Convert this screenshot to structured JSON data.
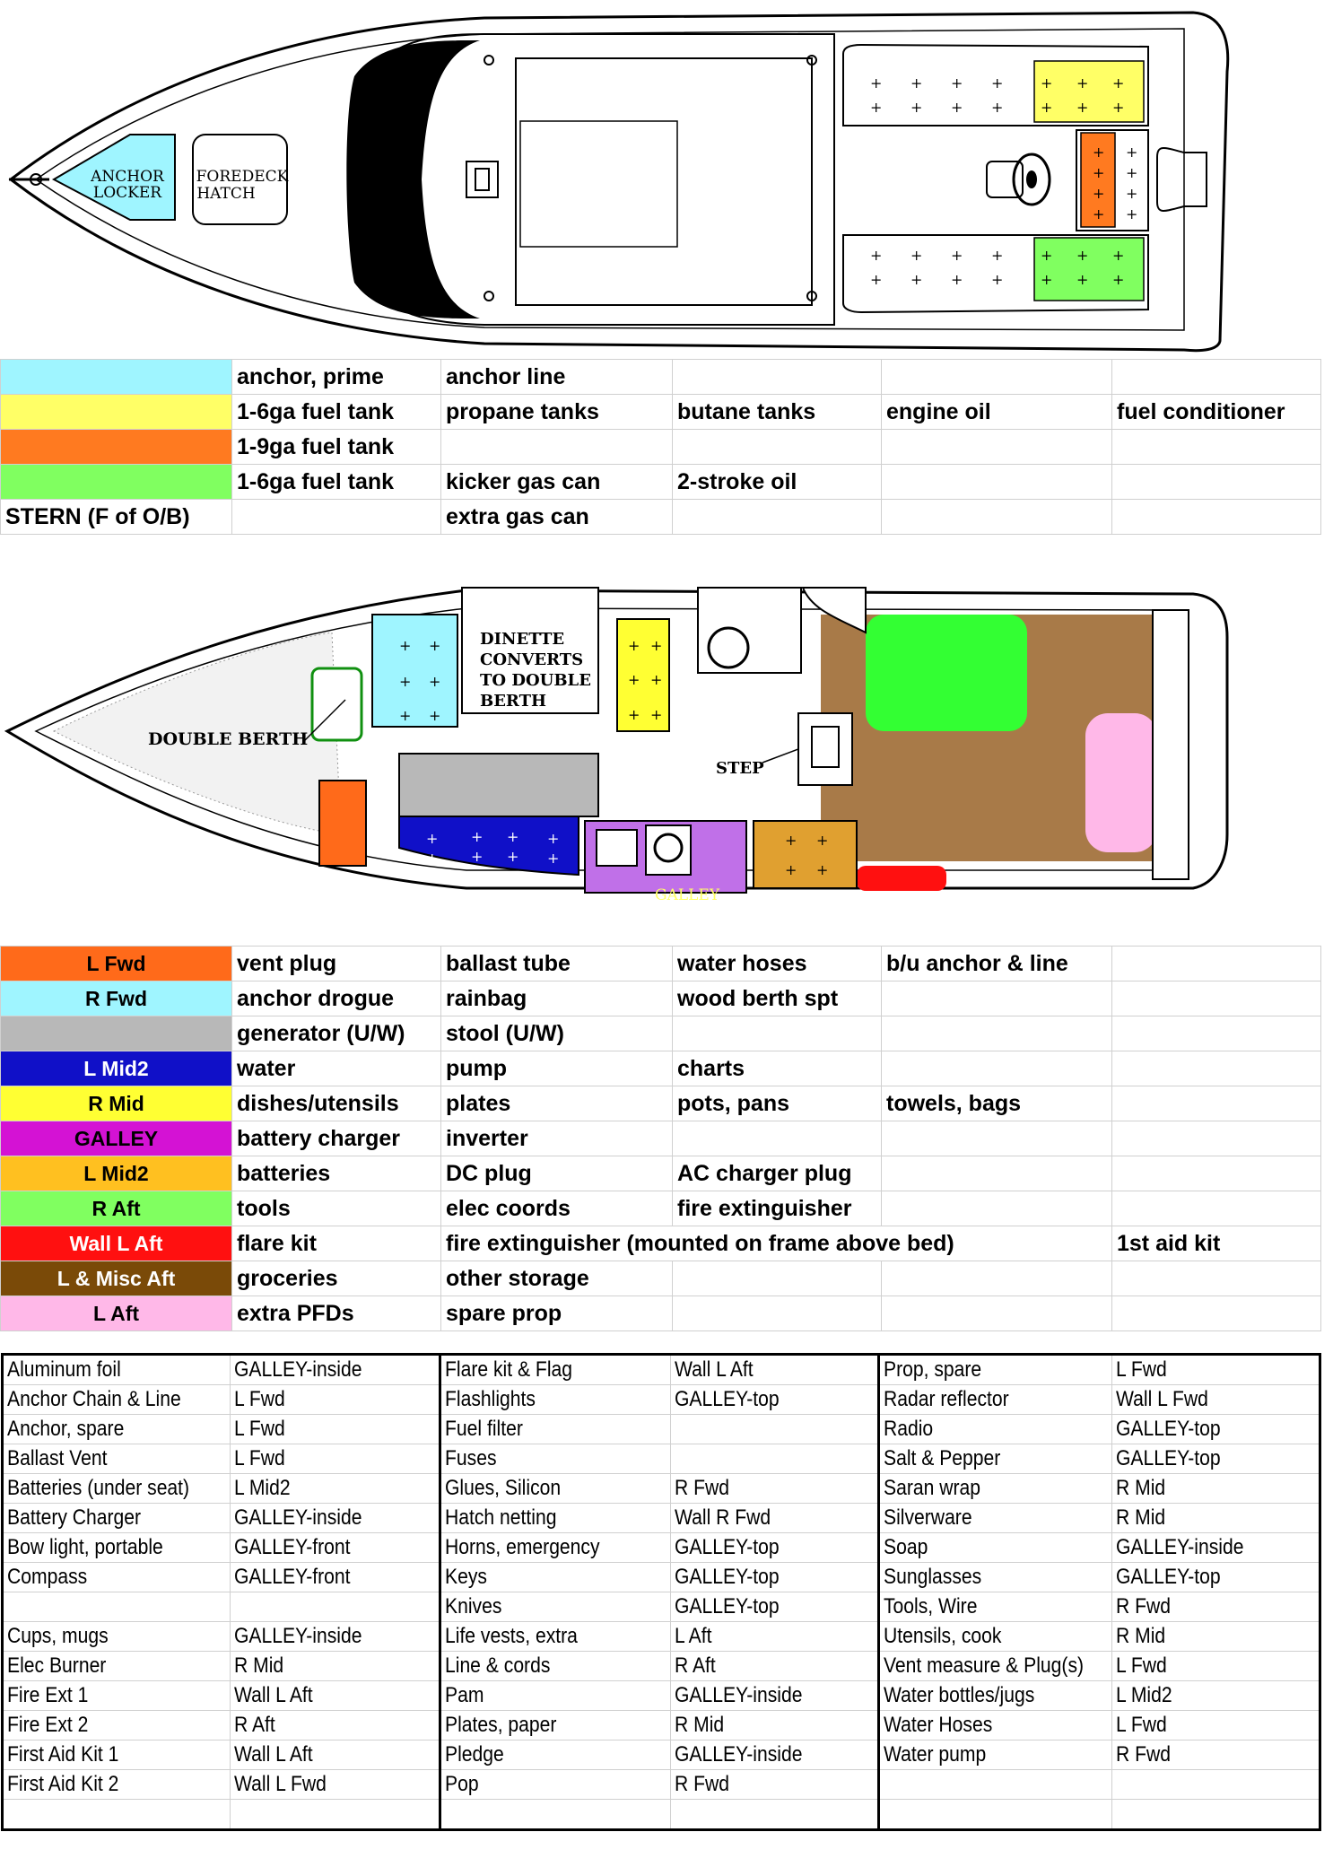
{
  "deck_labels": {
    "anchor_locker": [
      "ANCHOR",
      "LOCKER"
    ],
    "foredeck_hatch": [
      "FOREDECK",
      "HATCH"
    ]
  },
  "cabin_labels": {
    "double_berth": "DOUBLE BERTH",
    "dinette": [
      "DINETTE",
      "CONVERTS",
      "TO DOUBLE",
      "BERTH"
    ],
    "step": "STEP",
    "galley": "GALLEY"
  },
  "colors": {
    "cyan": "#9ff5ff",
    "yellow": "#ffff66",
    "orange": "#ff7a20",
    "lightgreen": "#80ff60",
    "orange_red": "#ff6a1a",
    "gray": "#b8b8b8",
    "blue": "#1010c8",
    "bright_yellow": "#ffff33",
    "magenta": "#d412d4",
    "amber": "#ffc020",
    "green": "#33ff33",
    "red": "#ff1010",
    "brown": "#7a4a08",
    "pink": "#ffb8e8",
    "purple": "#c070e8",
    "tan": "#a87a48",
    "gold": "#e0a030"
  },
  "deck_legend": [
    {
      "label": "",
      "color": "#9ff5ff",
      "items": [
        "anchor, prime",
        "anchor line",
        "",
        "",
        ""
      ]
    },
    {
      "label": "",
      "color": "#ffff66",
      "items": [
        "1-6ga fuel tank",
        "propane tanks",
        "butane tanks",
        "engine oil",
        "fuel conditioner"
      ]
    },
    {
      "label": "",
      "color": "#ff7a20",
      "items": [
        "1-9ga fuel tank",
        "",
        "",
        "",
        ""
      ]
    },
    {
      "label": "",
      "color": "#80ff60",
      "items": [
        "1-6ga fuel tank",
        "kicker gas can",
        "2-stroke oil",
        "",
        ""
      ]
    },
    {
      "label": "STERN (F of O/B)",
      "color": "#ffffff",
      "items": [
        "",
        "extra gas can",
        "",
        "",
        ""
      ]
    }
  ],
  "cabin_legend": [
    {
      "label": "L Fwd",
      "color": "#ff6a1a",
      "text_color": "#000000",
      "items": [
        "vent plug",
        "ballast tube",
        "water hoses",
        "b/u anchor & line",
        ""
      ]
    },
    {
      "label": "R Fwd",
      "color": "#9ff5ff",
      "text_color": "#000000",
      "items": [
        "anchor drogue",
        "rainbag",
        "wood berth spt",
        "",
        ""
      ]
    },
    {
      "label": "",
      "color": "#b8b8b8",
      "text_color": "#000000",
      "items": [
        "generator (U/W)",
        "stool (U/W)",
        "",
        "",
        ""
      ]
    },
    {
      "label": "L Mid2",
      "color": "#1010c8",
      "text_color": "#ffffff",
      "items": [
        "water",
        "pump",
        "charts",
        "",
        ""
      ]
    },
    {
      "label": "R Mid",
      "color": "#ffff33",
      "text_color": "#000000",
      "items": [
        "dishes/utensils",
        "plates",
        "pots, pans",
        "towels, bags",
        ""
      ]
    },
    {
      "label": "GALLEY",
      "color": "#d412d4",
      "text_color": "#000000",
      "items": [
        "battery charger",
        "inverter",
        "",
        "",
        ""
      ]
    },
    {
      "label": "L Mid2",
      "color": "#ffc020",
      "text_color": "#000000",
      "items": [
        "batteries",
        "DC plug",
        "AC charger plug",
        "",
        ""
      ]
    },
    {
      "label": "R Aft",
      "color": "#80ff60",
      "text_color": "#000000",
      "items": [
        "tools",
        "elec coords",
        "fire extinguisher",
        "",
        ""
      ]
    },
    {
      "label": "Wall L Aft",
      "color": "#ff1010",
      "text_color": "#ffffff",
      "items": [
        "flare kit",
        "fire extinguisher (mounted on frame above bed)",
        "1st aid kit"
      ]
    },
    {
      "label": "L & Misc Aft",
      "color": "#7a4a08",
      "text_color": "#ffffff",
      "items": [
        "groceries",
        "other storage",
        "",
        "",
        ""
      ]
    },
    {
      "label": "L Aft",
      "color": "#ffb8e8",
      "text_color": "#000000",
      "items": [
        "extra PFDs",
        "spare prop",
        "",
        "",
        ""
      ]
    }
  ],
  "index": [
    [
      "Aluminum foil",
      "GALLEY-inside",
      "Flare kit & Flag",
      "Wall L Aft",
      "Prop, spare",
      "L Fwd"
    ],
    [
      "Anchor Chain & Line",
      "L Fwd",
      "Flashlights",
      "GALLEY-top",
      "Radar reflector",
      "Wall L Fwd"
    ],
    [
      "Anchor, spare",
      "L Fwd",
      "Fuel filter",
      "",
      "Radio",
      "GALLEY-top"
    ],
    [
      "Ballast Vent",
      "L Fwd",
      "Fuses",
      "",
      "Salt & Pepper",
      "GALLEY-top"
    ],
    [
      "Batteries (under seat)",
      "L Mid2",
      "Glues, Silicon",
      "R Fwd",
      "Saran wrap",
      "R Mid"
    ],
    [
      "Battery Charger",
      "GALLEY-inside",
      "Hatch netting",
      "Wall R Fwd",
      "Silverware",
      "R Mid"
    ],
    [
      "Bow light, portable",
      "GALLEY-front",
      "Horns, emergency",
      "GALLEY-top",
      "Soap",
      "GALLEY-inside"
    ],
    [
      "Compass",
      "GALLEY-front",
      "Keys",
      "GALLEY-top",
      "Sunglasses",
      "GALLEY-top"
    ],
    [
      "",
      "",
      "Knives",
      "GALLEY-top",
      "Tools, Wire",
      "R Fwd"
    ],
    [
      "Cups, mugs",
      "GALLEY-inside",
      "Life vests, extra",
      "L Aft",
      "Utensils, cook",
      "R Mid"
    ],
    [
      "Elec Burner",
      "R Mid",
      "Line & cords",
      "R Aft",
      "Vent measure & Plug(s)",
      "L Fwd"
    ],
    [
      "Fire Ext 1",
      "Wall L Aft",
      "Pam",
      "GALLEY-inside",
      "Water bottles/jugs",
      "L Mid2"
    ],
    [
      "Fire Ext 2",
      "R Aft",
      "Plates, paper",
      "R Mid",
      "Water Hoses",
      "L Fwd"
    ],
    [
      "First Aid Kit 1",
      "Wall L Aft",
      "Pledge",
      "GALLEY-inside",
      "Water pump",
      "R Fwd"
    ],
    [
      "First Aid Kit 2",
      "Wall L Fwd",
      "Pop",
      "R Fwd",
      "",
      ""
    ],
    [
      "",
      "",
      "",
      "",
      "",
      ""
    ]
  ]
}
